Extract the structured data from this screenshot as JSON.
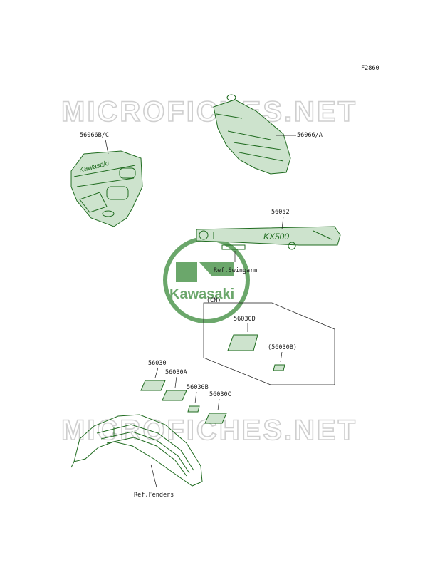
{
  "figure_code": "F2860",
  "watermark_text": "MICROFICHES.NET",
  "logo_text": "Kawasaki",
  "parts": {
    "shroud_label": "56066B/C",
    "tank_label": "56066/A",
    "swingarm_label": "56052",
    "swingarm_ref": "Ref.Swingarm",
    "cn_group_label": "(CN)",
    "cn_d_label": "56030D",
    "cn_b_label": "(56030B)",
    "base_label": "56030",
    "a_label": "56030A",
    "b_label": "56030B",
    "c_label": "56030C",
    "fender_ref": "Ref.Fenders"
  },
  "decal_text": {
    "shroud_brand": "Kawasaki",
    "swingarm_model": "KX500"
  },
  "colors": {
    "line": "#1f6b1f",
    "fill": "#cde3cd",
    "watermark": "#cfcfcf",
    "logo": "#3a8a3a"
  }
}
